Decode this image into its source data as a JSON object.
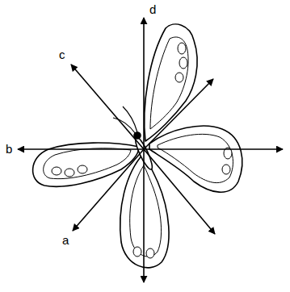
{
  "diagram": {
    "labels": [
      "d",
      "c",
      "b",
      "a"
    ]
  }
}
